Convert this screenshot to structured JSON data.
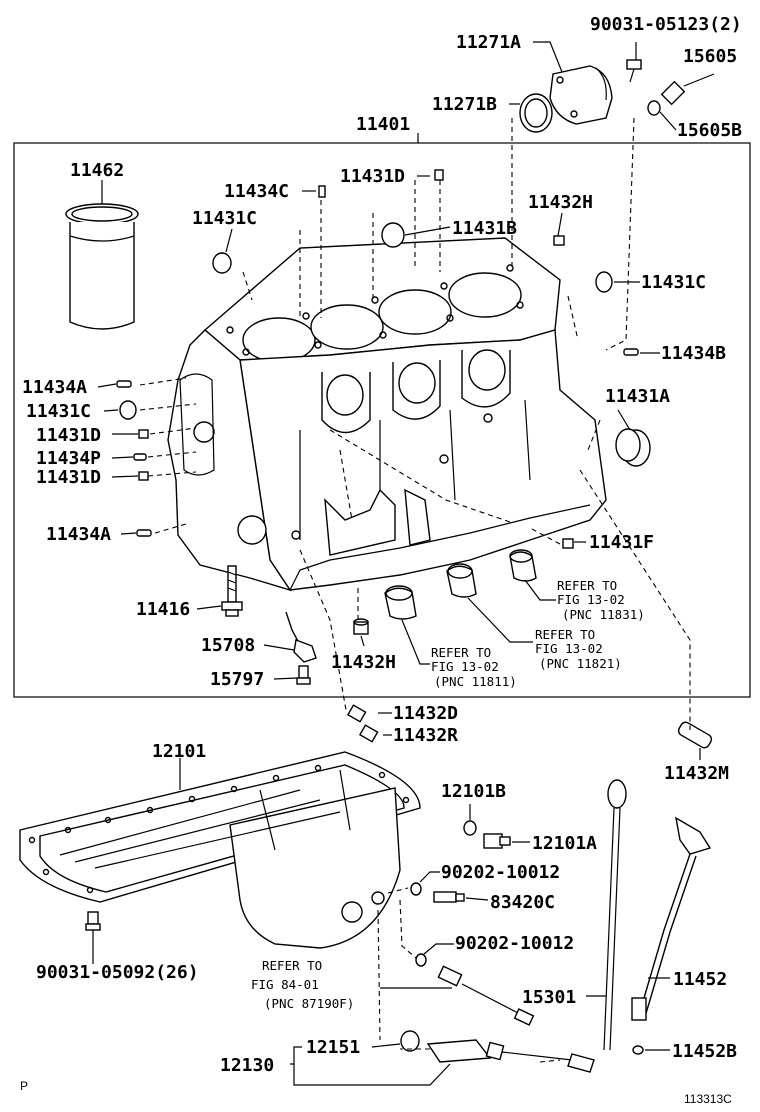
{
  "labels": {
    "p90031_05123": "90031-05123(2)",
    "p11271A": "11271A",
    "p15605": "15605",
    "p11271B": "11271B",
    "p15605B": "15605B",
    "p11401": "11401",
    "p11462": "11462",
    "p11431D_top": "11431D",
    "p11434C": "11434C",
    "p11431C_left": "11431C",
    "p11431B": "11431B",
    "p11432H_top": "11432H",
    "p11431C_right": "11431C",
    "p11434B": "11434B",
    "p11434A_1": "11434A",
    "p11431C_side": "11431C",
    "p11431D_1": "11431D",
    "p11434P": "11434P",
    "p11431D_2": "11431D",
    "p11431A": "11431A",
    "p11434A_2": "11434A",
    "p11431F": "11431F",
    "p11416": "11416",
    "p15708": "15708",
    "p11432H_bottom": "11432H",
    "p15797": "15797",
    "p11432D": "11432D",
    "p11432R": "11432R",
    "p11432M": "11432M",
    "p12101": "12101",
    "p12101B": "12101B",
    "p12101A": "12101A",
    "p90202_a": "90202-10012",
    "p83420C": "83420C",
    "p90202_b": "90202-10012",
    "p90031_05092": "90031-05092(26)",
    "p11452": "11452",
    "p15301": "15301",
    "p11452B": "11452B",
    "p12151": "12151",
    "p12130": "12130"
  },
  "notes": {
    "ref1_line1": "REFER TO",
    "ref1_line2": "FIG 13-02",
    "ref1_line3": "(PNC 11831)",
    "ref2_line1": "REFER TO",
    "ref2_line2": "FIG 13-02",
    "ref2_line3": "(PNC 11821)",
    "ref3_line1": "REFER TO",
    "ref3_line2": "FIG 13-02",
    "ref3_line3": "(PNC 11811)",
    "ref4_line1": "REFER TO",
    "ref4_line2": "FIG 84-01",
    "ref4_line3": "(PNC 87190F)"
  },
  "corner": {
    "left": "P",
    "right": "113313C"
  }
}
